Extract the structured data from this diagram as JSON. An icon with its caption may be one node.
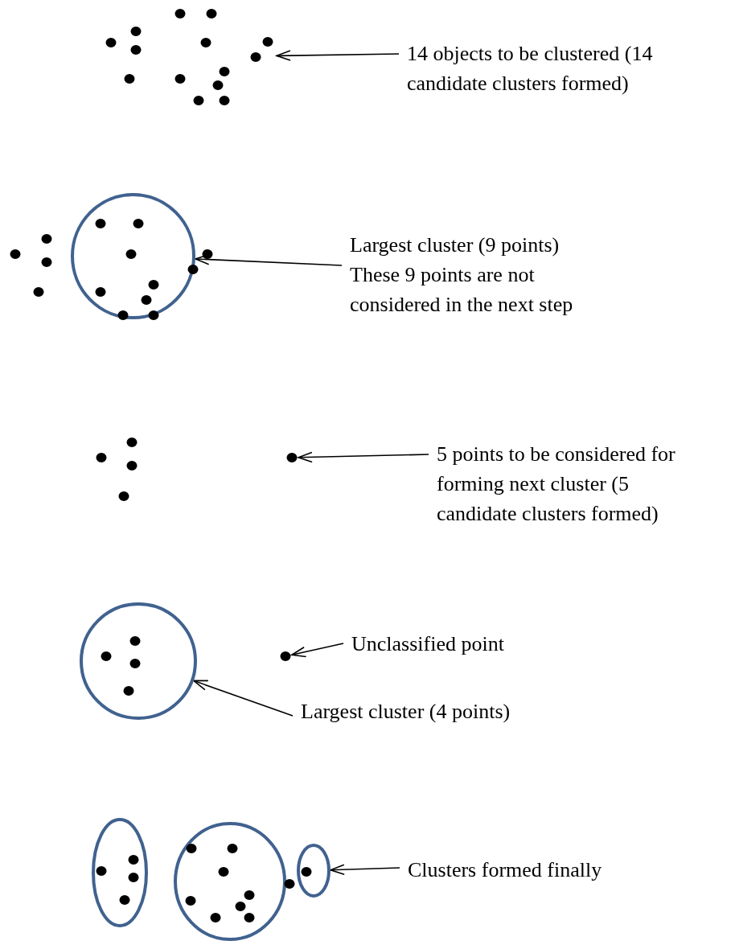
{
  "diagram": {
    "nodes": [
      {
        "text": [],
        "shape": "picture"
      },
      {
        "text": [
          "14 objects to be clustered (14 candidate clusters formed)"
        ]
      },
      {
        "text": [],
        "shape": "dot"
      },
      {
        "text": [],
        "shape": "dot"
      },
      {
        "text": [],
        "shape": "dot"
      },
      {
        "text": [],
        "shape": "dot"
      },
      {
        "text": [],
        "shape": "circle"
      },
      {
        "text": [],
        "shape": "dot"
      },
      {
        "text": [
          "Largest cluster (9 points) These 9 points are not considered in the next step"
        ]
      },
      {
        "text": [],
        "shape": "dot"
      },
      {
        "text": [],
        "shape": "dot"
      },
      {
        "text": [],
        "shape": "dot"
      },
      {
        "text": [],
        "shape": "dot"
      },
      {
        "text": [],
        "shape": "dot"
      },
      {
        "text": [
          "5 points to be considered for forming next cluster (5 candidate clusters formed)"
        ]
      },
      {
        "text": [],
        "shape": "circle"
      },
      {
        "text": [],
        "shape": "dot"
      },
      {
        "text": [
          "Unclassified point"
        ]
      },
      {
        "text": [
          "Largest cluster (4 points)"
        ]
      },
      {
        "text": [],
        "shape": "ellipse"
      },
      {
        "text": [],
        "shape": "circle"
      },
      {
        "text": [],
        "shape": "dot"
      },
      {
        "text": [],
        "shape": "ellipse"
      },
      {
        "text": [
          "Clusters formed finally"
        ]
      }
    ],
    "edges": [
      {
        "from": 1,
        "to": 0,
        "arrow": "to"
      },
      {
        "from": 8,
        "to": 6,
        "arrow": "to"
      },
      {
        "from": 14,
        "to": 13,
        "arrow": "to"
      },
      {
        "from": 17,
        "to": 16,
        "arrow": "to"
      },
      {
        "from": 18,
        "to": 15,
        "arrow": "to"
      },
      {
        "from": 23,
        "to": 22,
        "arrow": "to"
      }
    ]
  }
}
